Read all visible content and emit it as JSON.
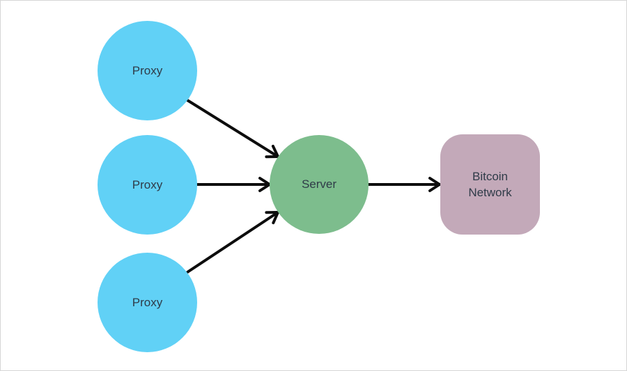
{
  "diagram": {
    "nodes": [
      {
        "id": "proxy-1",
        "label": "Proxy",
        "shape": "circle",
        "fill": "#61d1f6"
      },
      {
        "id": "proxy-2",
        "label": "Proxy",
        "shape": "circle",
        "fill": "#61d1f6"
      },
      {
        "id": "proxy-3",
        "label": "Proxy",
        "shape": "circle",
        "fill": "#61d1f6"
      },
      {
        "id": "server",
        "label": "Server",
        "shape": "circle",
        "fill": "#7dbd8d"
      },
      {
        "id": "bitcoin-network",
        "label": "Bitcoin Network",
        "shape": "rounded-rect",
        "fill": "#c3a9b9"
      }
    ],
    "edges": [
      {
        "from": "proxy-1",
        "to": "server"
      },
      {
        "from": "proxy-2",
        "to": "server"
      },
      {
        "from": "proxy-3",
        "to": "server"
      },
      {
        "from": "server",
        "to": "bitcoin-network"
      }
    ]
  },
  "colors": {
    "proxy_fill": "#61d1f6",
    "server_fill": "#7dbd8d",
    "network_fill": "#c3a9b9",
    "edge_stroke": "#0d0d0d",
    "label_text": "#2f3b48",
    "canvas_border": "#d6d6d6",
    "background": "#ffffff"
  }
}
